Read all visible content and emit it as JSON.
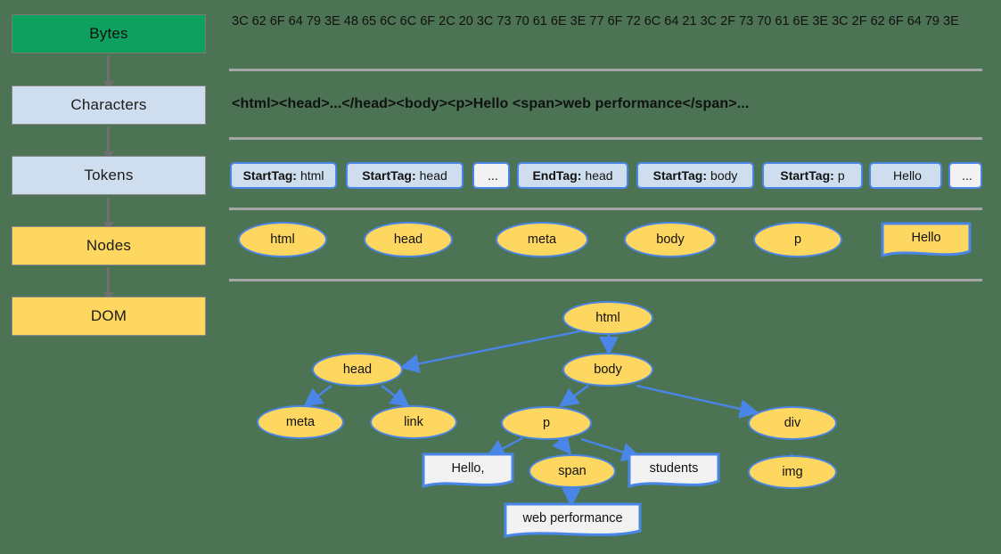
{
  "theme": {
    "background": "#4b7354",
    "bytes_fill": "#0ea05e",
    "blue_fill": "#cfdeef",
    "yellow_fill": "#fdd75f",
    "node_border": "#4a86e8",
    "text_node_fill": "#f2f2f2",
    "rule_color": "#a6a6a6",
    "flow_arrow_color": "#6f6f6f"
  },
  "pipeline": {
    "stages": [
      {
        "label": "Bytes",
        "style": "green"
      },
      {
        "label": "Characters",
        "style": "blue"
      },
      {
        "label": "Tokens",
        "style": "blue"
      },
      {
        "label": "Nodes",
        "style": "yellow"
      },
      {
        "label": "DOM",
        "style": "yellow"
      }
    ]
  },
  "bytes_row": {
    "text": "3C 62 6F 64 79 3E 48 65 6C 6C 6F 2C 20 3C 73 70 61 6E 3E 77 6F 72 6C 64 21 3C 2F 73 70 61 6E 3E 3C 2F 62 6F 64 79 3E"
  },
  "characters_row": {
    "text": "<html><head>...</head><body><p>Hello <span>web performance</span>..."
  },
  "tokens_row": {
    "tokens": [
      {
        "kind": "StartTag:",
        "value": "html",
        "style": "tag"
      },
      {
        "kind": "StartTag:",
        "value": "head",
        "style": "tag"
      },
      {
        "kind": "",
        "value": "...",
        "style": "plain"
      },
      {
        "kind": "EndTag:",
        "value": "head",
        "style": "tag"
      },
      {
        "kind": "StartTag:",
        "value": "body",
        "style": "tag"
      },
      {
        "kind": "StartTag:",
        "value": "p",
        "style": "tag"
      },
      {
        "kind": "",
        "value": "Hello",
        "style": "tag"
      },
      {
        "kind": "",
        "value": "...",
        "style": "plain"
      }
    ]
  },
  "nodes_row": {
    "nodes": [
      {
        "label": "html",
        "shape": "ellipse"
      },
      {
        "label": "head",
        "shape": "ellipse"
      },
      {
        "label": "meta",
        "shape": "ellipse"
      },
      {
        "label": "body",
        "shape": "ellipse"
      },
      {
        "label": "p",
        "shape": "ellipse"
      },
      {
        "label": "Hello",
        "shape": "document"
      }
    ]
  },
  "dom_tree": {
    "nodes": [
      {
        "id": "html",
        "label": "html",
        "shape": "ellipse"
      },
      {
        "id": "head",
        "label": "head",
        "shape": "ellipse"
      },
      {
        "id": "body",
        "label": "body",
        "shape": "ellipse"
      },
      {
        "id": "meta",
        "label": "meta",
        "shape": "ellipse"
      },
      {
        "id": "link",
        "label": "link",
        "shape": "ellipse"
      },
      {
        "id": "p",
        "label": "p",
        "shape": "ellipse"
      },
      {
        "id": "div",
        "label": "div",
        "shape": "ellipse"
      },
      {
        "id": "hello",
        "label": "Hello,",
        "shape": "document"
      },
      {
        "id": "span",
        "label": "span",
        "shape": "ellipse"
      },
      {
        "id": "stud",
        "label": "students",
        "shape": "document"
      },
      {
        "id": "img",
        "label": "img",
        "shape": "ellipse"
      },
      {
        "id": "webp",
        "label": "web performance",
        "shape": "document"
      }
    ],
    "edges": [
      {
        "from": "html",
        "to": "head"
      },
      {
        "from": "html",
        "to": "body"
      },
      {
        "from": "head",
        "to": "meta"
      },
      {
        "from": "head",
        "to": "link"
      },
      {
        "from": "body",
        "to": "p"
      },
      {
        "from": "body",
        "to": "div"
      },
      {
        "from": "p",
        "to": "hello"
      },
      {
        "from": "p",
        "to": "span"
      },
      {
        "from": "p",
        "to": "stud"
      },
      {
        "from": "span",
        "to": "webp"
      },
      {
        "from": "div",
        "to": "img"
      }
    ]
  }
}
